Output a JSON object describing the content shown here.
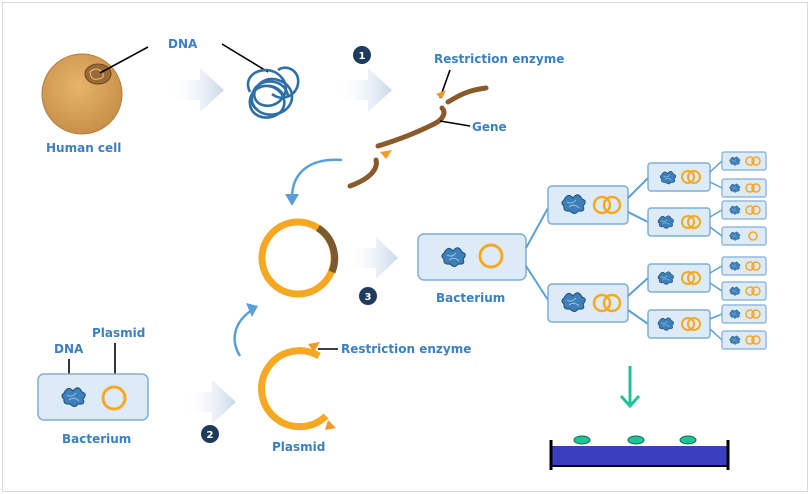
{
  "labels": {
    "human_cell": "Human cell",
    "dna_top": "DNA",
    "restriction_enzyme_top": "Restriction enzyme",
    "gene": "Gene",
    "plasmid_left": "Plasmid",
    "dna_left": "DNA",
    "bacterium_left": "Bacterium",
    "restriction_enzyme_bottom": "Restriction enzyme",
    "plasmid_bottom": "Plasmid",
    "bacterium_center": "Bacterium"
  },
  "steps": [
    "1",
    "2",
    "3"
  ],
  "colors": {
    "label_blue": "#3b7fc4",
    "plasmid_orange": "#f7a823",
    "gene_brown": "#8b5a2b",
    "bacterium_fill": "#dcebf7",
    "arrow_fill": "#dce6f1",
    "step_dark": "#1f3b5b",
    "plate_blue": "#3b3fbf",
    "colony_green": "#1fc29a"
  }
}
